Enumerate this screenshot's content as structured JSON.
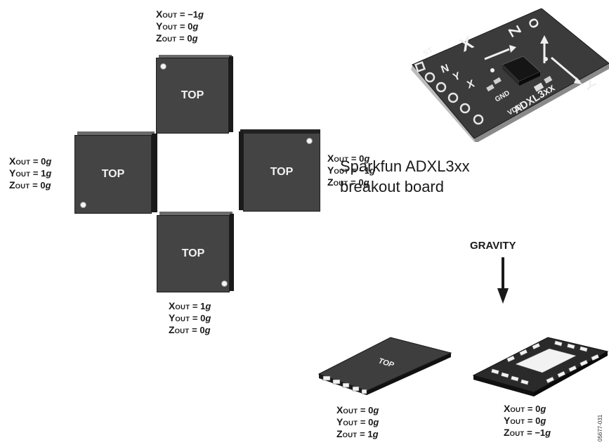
{
  "orientations": {
    "top": {
      "face_label": "TOP",
      "x": "−1",
      "y": "0",
      "z": "0"
    },
    "left": {
      "face_label": "TOP",
      "x": "0",
      "y": "1",
      "z": "0"
    },
    "right": {
      "face_label": "TOP",
      "x": "0",
      "y": "−1",
      "z": "0"
    },
    "bottom": {
      "face_label": "TOP",
      "x": "1",
      "y": "0",
      "z": "0"
    },
    "flat_up": {
      "face_label": "TOP",
      "x": "0",
      "y": "0",
      "z": "1"
    },
    "flat_down": {
      "x": "0",
      "y": "0",
      "z": "−1"
    }
  },
  "labels": {
    "x_axis": "X",
    "y_axis": "Y",
    "z_axis": "Z",
    "out_sub": "OUT",
    "equals": " = ",
    "unit": "g"
  },
  "board": {
    "caption_line1": "Sparkfun ADXL3xx",
    "caption_line2": "breakout board",
    "silk_part": "ADXL3xx",
    "silk_x": "X",
    "silk_y": "Y",
    "silk_z": "Z",
    "silk_st": "ST",
    "silk_gnd": "GND",
    "silk_vdd": "VDD",
    "silk_n": "N",
    "silk_o": "O"
  },
  "gravity": {
    "label": "GRAVITY"
  },
  "figure_id": "05677-031",
  "colors": {
    "chip_face": "#444444",
    "chip_dark_side": "#1a1a1a",
    "board_pcb": "#3b3b3b",
    "arrow": "#1a1a1a"
  }
}
